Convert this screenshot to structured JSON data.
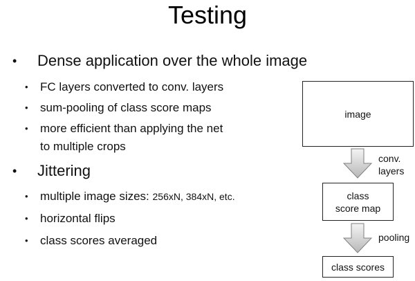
{
  "slide": {
    "title": "Testing",
    "bullets": [
      {
        "text": "Dense application over the whole image",
        "sub": [
          {
            "text": "FC layers converted to conv. layers"
          },
          {
            "text": "sum-pooling of class score maps"
          },
          {
            "text": "more efficient than applying the net",
            "text2": "to multiple crops"
          }
        ]
      },
      {
        "text": "Jittering",
        "sub": [
          {
            "text": "multiple image sizes: ",
            "text_small": "256xN, 384xN, etc."
          },
          {
            "text": "horizontal flips"
          },
          {
            "text": "class scores averaged"
          }
        ]
      }
    ],
    "bullet_glyph": "•"
  },
  "diagram": {
    "boxes": {
      "image": "image",
      "class_score_map_line1": "class",
      "class_score_map_line2": "score map",
      "class_scores": "class scores"
    },
    "arrow_labels": {
      "conv_line1": "conv.",
      "conv_line2": "layers",
      "pooling": "pooling"
    },
    "colors": {
      "arrow_fill_top": "#f2f2f2",
      "arrow_fill_bottom": "#bdbdbd",
      "arrow_stroke": "#7f7f7f",
      "box_border": "#222222"
    }
  }
}
